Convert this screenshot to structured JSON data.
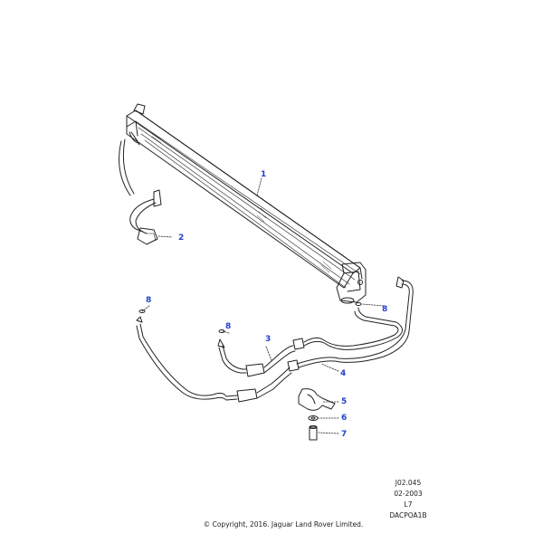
{
  "callouts": {
    "c1": "1",
    "c2": "2",
    "c3": "3",
    "c4": "4",
    "c5": "5",
    "c6": "6",
    "c7": "7",
    "c8a": "8",
    "c8b": "8",
    "c8c": "8"
  },
  "meta": {
    "ref": "J02.045",
    "date": "02-2003",
    "code": "L7",
    "drawing": "DACPOA1B"
  },
  "copyright": "© Copyright, 2016. Jaguar Land Rover Limited.",
  "colors": {
    "callout": "#1f3fd0",
    "line": "#222222"
  }
}
